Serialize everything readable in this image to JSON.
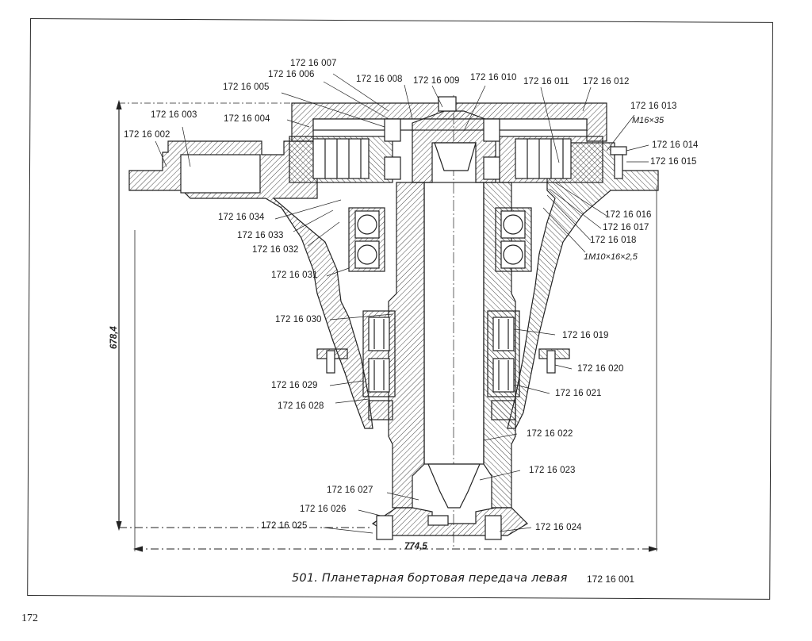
{
  "page": {
    "page_number": "172",
    "figure_caption": "501. Планетарная бортовая передача левая",
    "figure_code": "172 16 001"
  },
  "dimensions": {
    "height": "678,4",
    "width": "774,5"
  },
  "threads": {
    "bolt": "M16×35",
    "stud": "1M10×16×2,5"
  },
  "parts": [
    {
      "id": "172 16 002"
    },
    {
      "id": "172 16 003"
    },
    {
      "id": "172 16 004"
    },
    {
      "id": "172 16 005"
    },
    {
      "id": "172 16 006"
    },
    {
      "id": "172 16 007"
    },
    {
      "id": "172 16 008"
    },
    {
      "id": "172 16 009"
    },
    {
      "id": "172 16 010"
    },
    {
      "id": "172 16 011"
    },
    {
      "id": "172 16 012"
    },
    {
      "id": "172 16 013"
    },
    {
      "id": "172 16 014"
    },
    {
      "id": "172 16 015"
    },
    {
      "id": "172 16 016"
    },
    {
      "id": "172 16 017"
    },
    {
      "id": "172 16 018"
    },
    {
      "id": "172 16 019"
    },
    {
      "id": "172 16 020"
    },
    {
      "id": "172 16 021"
    },
    {
      "id": "172 16 022"
    },
    {
      "id": "172 16 023"
    },
    {
      "id": "172 16 024"
    },
    {
      "id": "172 16 025"
    },
    {
      "id": "172 16 026"
    },
    {
      "id": "172 16 027"
    },
    {
      "id": "172 16 028"
    },
    {
      "id": "172 16 029"
    },
    {
      "id": "172 16 030"
    },
    {
      "id": "172 16 031"
    },
    {
      "id": "172 16 032"
    },
    {
      "id": "172 16 033"
    },
    {
      "id": "172 16 034"
    }
  ],
  "colors": {
    "ink": "#1a1a1a",
    "paper": "#ffffff"
  }
}
